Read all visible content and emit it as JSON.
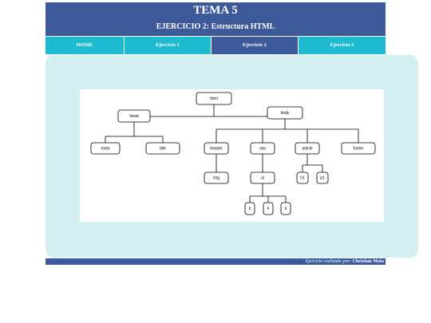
{
  "header": {
    "title": "TEMA 5",
    "subtitle": "EJERCICIO 2: Estructura HTML"
  },
  "nav": {
    "tabs": [
      {
        "label": "HOME",
        "active": false
      },
      {
        "label": "Ejercicio 1",
        "active": false
      },
      {
        "label": "Ejercicio 2",
        "active": true
      },
      {
        "label": "Ejercicio 3",
        "active": false
      }
    ]
  },
  "diagram": {
    "nodes": {
      "html": "html",
      "head": "head",
      "body": "body",
      "meta": "meta",
      "title": "title",
      "header": "header",
      "nav": "nav",
      "article": "article",
      "footer": "footer",
      "img": "img",
      "ul": "ul",
      "h1": "h1",
      "p1": "p1",
      "li1": "li",
      "li2": "li",
      "li3": "li"
    }
  },
  "footer": {
    "prefix": "Ejercicio realizado por: ",
    "author": "Christian Mata"
  }
}
